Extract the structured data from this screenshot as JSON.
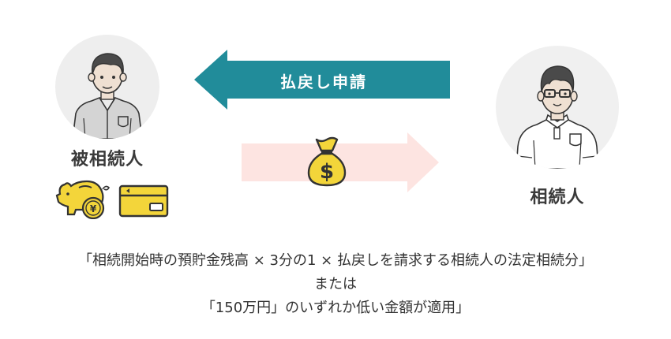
{
  "diagram": {
    "decedent": {
      "label": "被相続人",
      "avatar": "older-man-gray-shirt-icon",
      "assets": [
        "piggy-bank-yen-icon",
        "bank-card-icon"
      ]
    },
    "heir": {
      "label": "相続人",
      "avatar": "man-glasses-polo-icon"
    },
    "request_arrow": {
      "label": "払戻し申請",
      "direction": "left",
      "color": "#218c9a"
    },
    "payment_arrow": {
      "direction": "right",
      "color": "#fde4e1",
      "icon": "money-bag-dollar-icon"
    },
    "colors": {
      "avatar_bg": "#eeeeee",
      "asset_yellow": "#f3d53a",
      "outline": "#333333"
    }
  },
  "caption": {
    "line1": "「相続開始時の預貯金残高 × 3分の1 × 払戻しを請求する相続人の法定相続分」",
    "line2": "または",
    "line3": "「150万円」のいずれか低い金額が適用」"
  }
}
